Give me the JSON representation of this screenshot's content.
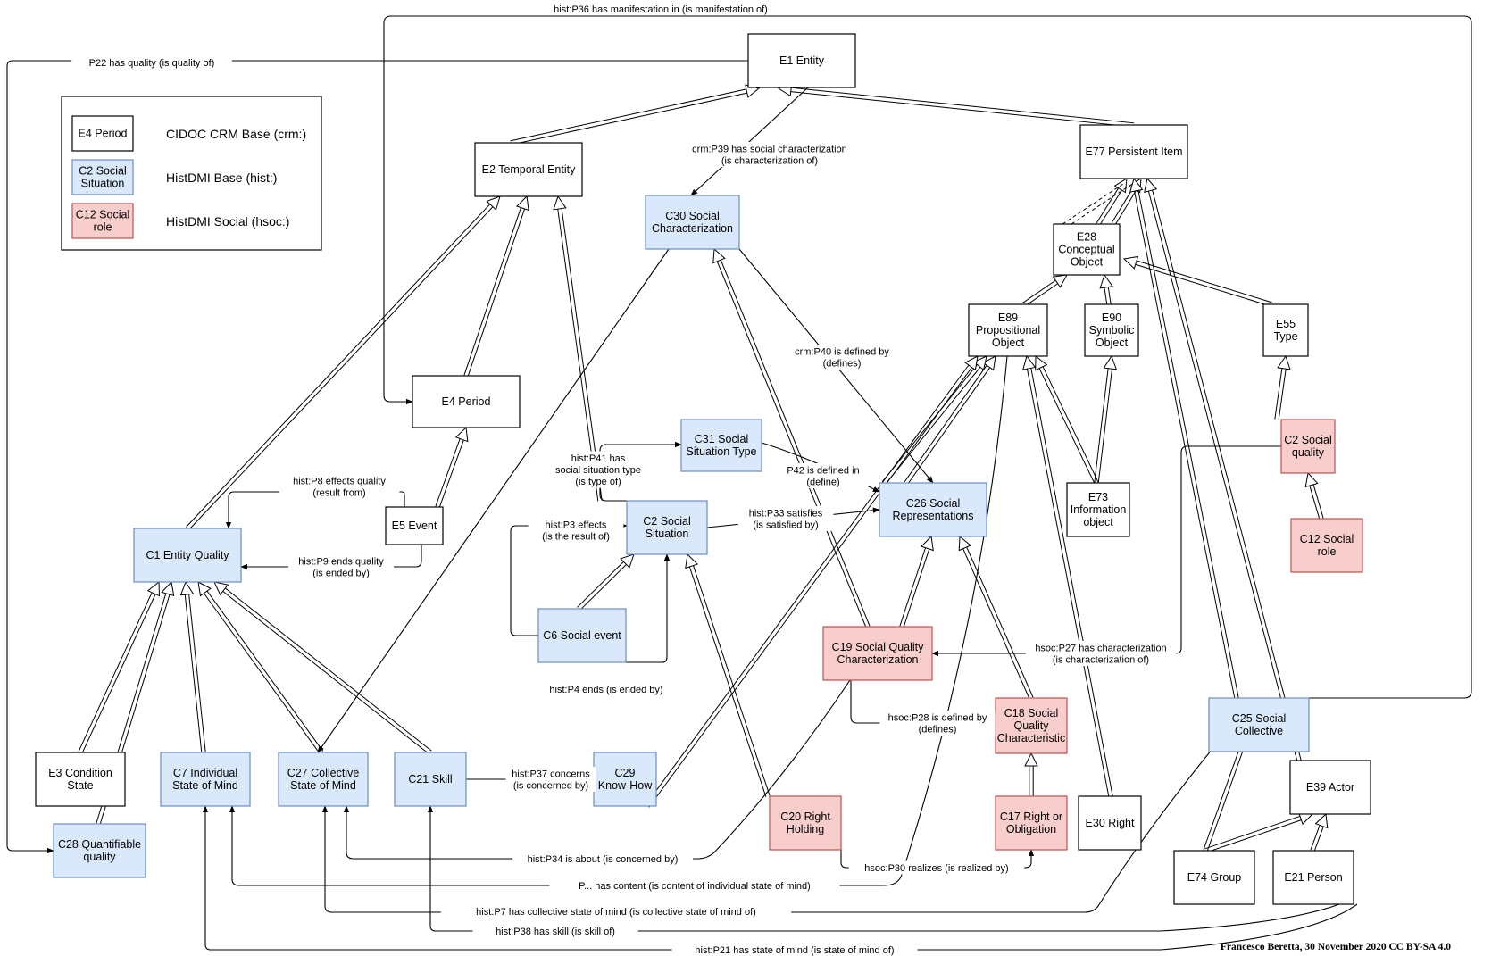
{
  "colors": {
    "crm": "#ffffff",
    "hist": "#dae8fc",
    "hsoc": "#f8cecc",
    "hist_stroke": "#6c8ebf",
    "hsoc_stroke": "#b85450",
    "line": "#000000"
  },
  "legend": [
    {
      "id": "legend-crm",
      "box": [
        "E4 Period"
      ],
      "label": "CIDOC CRM Base (crm:)",
      "style": "crm"
    },
    {
      "id": "legend-hist",
      "box": [
        "C2 Social",
        "Situation"
      ],
      "label": "HistDMI Base (hist:)",
      "style": "hist"
    },
    {
      "id": "legend-hsoc",
      "box": [
        "C12 Social",
        "role"
      ],
      "label": "HistDMI Social (hsoc:)",
      "style": "hsoc"
    }
  ],
  "nodes": [
    {
      "id": "E1",
      "lines": [
        "E1 Entity"
      ],
      "style": "crm"
    },
    {
      "id": "E2",
      "lines": [
        "E2 Temporal Entity"
      ],
      "style": "crm"
    },
    {
      "id": "E77",
      "lines": [
        "E77 Persistent Item"
      ],
      "style": "crm"
    },
    {
      "id": "C30",
      "lines": [
        "C30 Social",
        "Characterization"
      ],
      "style": "hist"
    },
    {
      "id": "E28",
      "lines": [
        "E28",
        "Conceptual",
        "Object"
      ],
      "style": "crm"
    },
    {
      "id": "E89",
      "lines": [
        "E89",
        "Propositional",
        "Object"
      ],
      "style": "crm"
    },
    {
      "id": "E90",
      "lines": [
        "E90",
        "Symbolic",
        "Object"
      ],
      "style": "crm"
    },
    {
      "id": "E55",
      "lines": [
        "E55",
        "Type"
      ],
      "style": "crm"
    },
    {
      "id": "E4",
      "lines": [
        "E4 Period"
      ],
      "style": "crm"
    },
    {
      "id": "C31",
      "lines": [
        "C31 Social",
        "Situation Type"
      ],
      "style": "hist"
    },
    {
      "id": "C2s",
      "lines": [
        "C2 Social",
        "quality"
      ],
      "style": "hsoc"
    },
    {
      "id": "E5",
      "lines": [
        "E5 Event"
      ],
      "style": "crm"
    },
    {
      "id": "C2",
      "lines": [
        "C2 Social",
        "Situation"
      ],
      "style": "hist"
    },
    {
      "id": "C26",
      "lines": [
        "C26 Social",
        "Representations"
      ],
      "style": "hist"
    },
    {
      "id": "E73",
      "lines": [
        "E73",
        "Information",
        "object"
      ],
      "style": "crm"
    },
    {
      "id": "C12",
      "lines": [
        "C12 Social",
        "role"
      ],
      "style": "hsoc"
    },
    {
      "id": "C1",
      "lines": [
        "C1 Entity Quality"
      ],
      "style": "hist"
    },
    {
      "id": "C6",
      "lines": [
        "C6 Social event"
      ],
      "style": "hist"
    },
    {
      "id": "C19",
      "lines": [
        "C19 Social Quality",
        "Characterization"
      ],
      "style": "hsoc"
    },
    {
      "id": "C25",
      "lines": [
        "C25 Social",
        "Collective"
      ],
      "style": "hist"
    },
    {
      "id": "C18",
      "lines": [
        "C18 Social",
        "Quality",
        "Characteristic"
      ],
      "style": "hsoc"
    },
    {
      "id": "E3",
      "lines": [
        "E3 Condition",
        "State"
      ],
      "style": "crm"
    },
    {
      "id": "C7",
      "lines": [
        "C7 Individual",
        "State of Mind"
      ],
      "style": "hist"
    },
    {
      "id": "C27",
      "lines": [
        "C27 Collective",
        "State of Mind"
      ],
      "style": "hist"
    },
    {
      "id": "C21",
      "lines": [
        "C21 Skill"
      ],
      "style": "hist"
    },
    {
      "id": "C29",
      "lines": [
        "C29",
        "Know-How"
      ],
      "style": "hist"
    },
    {
      "id": "E39",
      "lines": [
        "E39 Actor"
      ],
      "style": "crm"
    },
    {
      "id": "C20",
      "lines": [
        "C20 Right",
        "Holding"
      ],
      "style": "hsoc"
    },
    {
      "id": "C17",
      "lines": [
        "C17 Right or",
        "Obligation"
      ],
      "style": "hsoc"
    },
    {
      "id": "E30",
      "lines": [
        "E30 Right"
      ],
      "style": "crm"
    },
    {
      "id": "C28",
      "lines": [
        "C28 Quantifiable",
        "quality"
      ],
      "style": "hist"
    },
    {
      "id": "E74",
      "lines": [
        "E74 Group"
      ],
      "style": "crm"
    },
    {
      "id": "E21",
      "lines": [
        "E21 Person"
      ],
      "style": "crm"
    }
  ],
  "edge_labels": [
    {
      "id": "p36",
      "lines": [
        "hist:P36 has manifestation in (is manifestation of)"
      ]
    },
    {
      "id": "p22",
      "lines": [
        "P22 has quality (is quality of)"
      ]
    },
    {
      "id": "p39",
      "lines": [
        "crm:P39 has social characterization",
        "(is characterization of)"
      ]
    },
    {
      "id": "p40",
      "lines": [
        "crm:P40 is defined by",
        "(defines)"
      ]
    },
    {
      "id": "p41",
      "lines": [
        "hist:P41 has",
        "social situation  type",
        "(is type of)"
      ]
    },
    {
      "id": "p42",
      "lines": [
        "P42 is defined in",
        "(define)"
      ]
    },
    {
      "id": "p8",
      "lines": [
        "hist:P8 effects quality",
        "(result from)"
      ]
    },
    {
      "id": "p9",
      "lines": [
        "hist:P9 ends quality",
        "(is ended by)"
      ]
    },
    {
      "id": "p3",
      "lines": [
        "hist:P3 effects",
        "(is the result of)"
      ]
    },
    {
      "id": "p33",
      "lines": [
        "hist:P33 satisfies",
        "(is satisfied by)"
      ]
    },
    {
      "id": "p4",
      "lines": [
        "hist:P4 ends (is ended by)"
      ]
    },
    {
      "id": "p27",
      "lines": [
        "hsoc:P27 has characterization",
        "(is characterization of)"
      ]
    },
    {
      "id": "p28",
      "lines": [
        "hsoc:P28 is defined by",
        "(defines)"
      ]
    },
    {
      "id": "p37",
      "lines": [
        "hist:P37 concerns",
        "(is concerned by)"
      ]
    },
    {
      "id": "p34",
      "lines": [
        "hist:P34 is about (is concerned by)"
      ]
    },
    {
      "id": "p30",
      "lines": [
        "hsoc:P30 realizes (is realized by)"
      ]
    },
    {
      "id": "pcontent",
      "lines": [
        "P... has content (is content of individual state of mind)"
      ]
    },
    {
      "id": "p7",
      "lines": [
        "hist:P7 has collective state of mind (is collective state of mind of)"
      ]
    },
    {
      "id": "p38",
      "lines": [
        "hist:P38 has skill (is skill of)"
      ]
    },
    {
      "id": "p21",
      "lines": [
        "hist:P21 has state of mind (is state of mind of)"
      ]
    }
  ],
  "credit": "Francesco Beretta, 30 November 2020 CC BY-SA 4.0"
}
